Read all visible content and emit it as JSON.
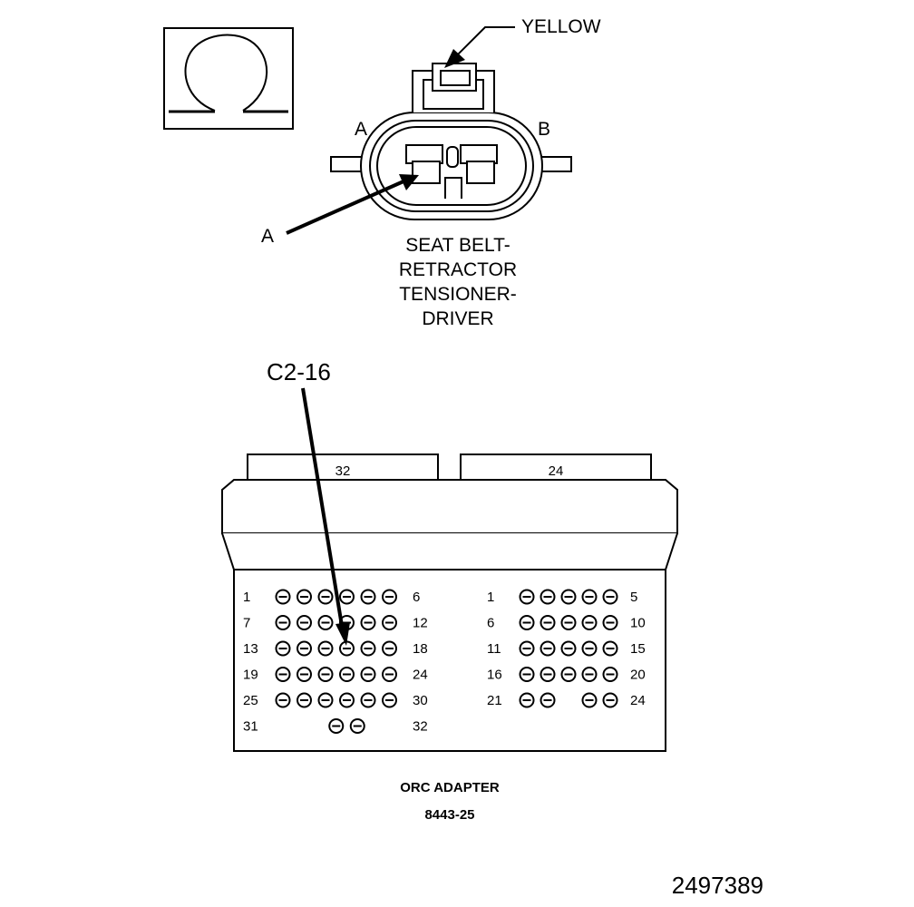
{
  "symbol": {
    "name": "ohm-meter-icon",
    "glyph": "Ω"
  },
  "connector": {
    "wire_color_label": "YELLOW",
    "cavity_a_label": "A",
    "cavity_b_label": "B",
    "probe_label": "A",
    "title_lines": [
      "SEAT BELT-",
      "RETRACTOR",
      "TENSIONER-",
      "DRIVER"
    ]
  },
  "adapter": {
    "probe_label": "C2-16",
    "left_header_label": "32",
    "right_header_label": "24",
    "left_block": {
      "rows": [
        {
          "start": "1",
          "end": "6",
          "pins": 6
        },
        {
          "start": "7",
          "end": "12",
          "pins": 6
        },
        {
          "start": "13",
          "end": "18",
          "pins": 6
        },
        {
          "start": "19",
          "end": "24",
          "pins": 6
        },
        {
          "start": "25",
          "end": "30",
          "pins": 6
        },
        {
          "start": "31",
          "end": "32",
          "pins": 2
        }
      ]
    },
    "right_block": {
      "rows": [
        {
          "start": "1",
          "end": "5",
          "pins": 5
        },
        {
          "start": "6",
          "end": "10",
          "pins": 5
        },
        {
          "start": "11",
          "end": "15",
          "pins": 5
        },
        {
          "start": "16",
          "end": "20",
          "pins": 5
        },
        {
          "start": "21",
          "end": "24",
          "pins": 4
        }
      ]
    },
    "caption": "ORC ADAPTER",
    "part_number": "8443-25"
  },
  "figure_id": "2497389"
}
